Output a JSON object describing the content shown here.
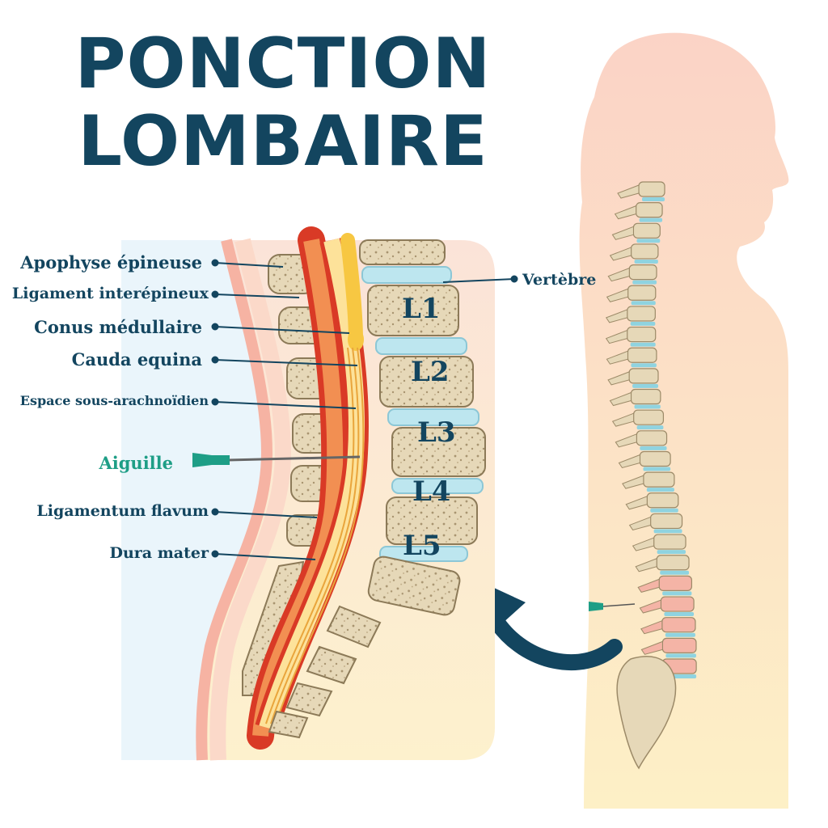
{
  "title": {
    "line1": "PONCTION",
    "line2": "LOMBAIRE"
  },
  "labels": {
    "apophyse": "Apophyse épineuse",
    "ligament_inter": "Ligament interépineux",
    "conus": "Conus médullaire",
    "cauda": "Cauda equina",
    "espace": "Espace sous-arachnoïdien",
    "aiguille": "Aiguille",
    "flavum": "Ligamentum flavum",
    "dura": "Dura mater",
    "vertebre": "Vertèbre"
  },
  "vertebrae": [
    "L1",
    "L2",
    "L3",
    "L4",
    "L5"
  ],
  "colors": {
    "title": "#13455f",
    "needle": "#1e9e86",
    "bone": "#e8dcc0",
    "disc": "#bde6ef",
    "spinal_cord": "#e2402d",
    "nerves": "#f7c742",
    "arrow": "#13455f",
    "skin": "#fbd9c9"
  }
}
